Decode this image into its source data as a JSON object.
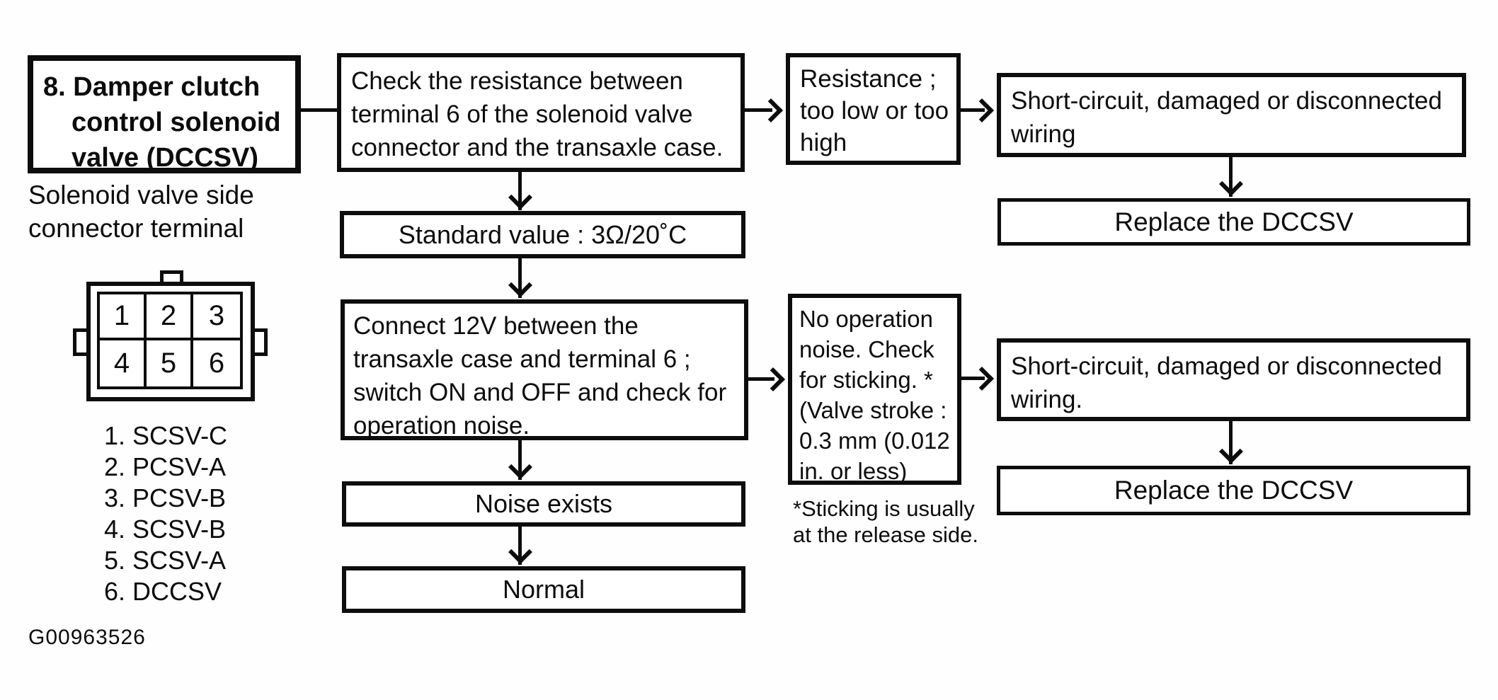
{
  "doc": {
    "figure_code": "G00963526",
    "title": {
      "lines": [
        "8. Damper clutch",
        "control solenoid",
        "valve (DCCSV)"
      ]
    },
    "side_label": "Solenoid valve side\nconnector terminal",
    "connector": {
      "terminals": [
        "1",
        "2",
        "3",
        "4",
        "5",
        "6"
      ],
      "legend": [
        "1. SCSV-C",
        "2. PCSV-A",
        "3. PCSV-B",
        "4. SCSV-B",
        "5. SCSV-A",
        "6. DCCSV"
      ]
    },
    "flow": {
      "check_resistance": "Check the resistance between\nterminal 6 of the solenoid valve\nconnector and the transaxle case.",
      "resistance_result": "Resistance ;\ntoo low or too\nhigh",
      "short_circuit_1": "Short-circuit, damaged or disconnected\nwiring",
      "replace_1": "Replace the DCCSV",
      "standard_value": "Standard value : 3Ω/20˚C",
      "connect_12v": "Connect 12V between the\ntransaxle case and terminal 6 ;\nswitch ON and OFF and check for\noperation noise.",
      "no_operation": "No operation\nnoise. Check\nfor sticking. *\n(Valve stroke :\n0.3 mm (0.012\nin. or less)",
      "short_circuit_2": "Short-circuit, damaged or disconnected\nwiring.",
      "replace_2": "Replace the DCCSV",
      "noise_exists": "Noise exists",
      "normal": "Normal",
      "footnote": "*Sticking is usually\nat the release side."
    }
  }
}
